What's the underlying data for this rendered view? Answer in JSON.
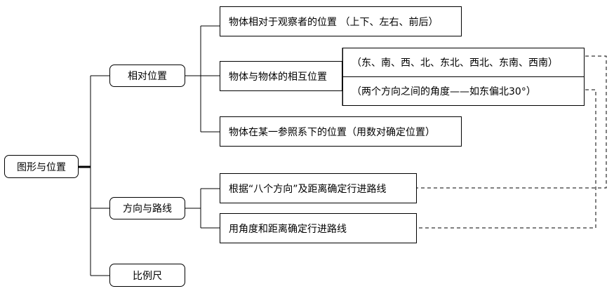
{
  "root": {
    "label": "图形与位置"
  },
  "branches": {
    "relative_position": {
      "label": "相对位置",
      "items": {
        "observer": "物体相对于观察者的位置 （上下、左右、前后）",
        "mutual": "物体与物体的相互位置",
        "mutual_directions": "（东、南、西、北、东北、西北、东南、西南）",
        "mutual_angle": "（两个方向之间的角度——如东偏北30°）",
        "reference": "物体在某一参照系下的位置（用数对确定位置）"
      }
    },
    "direction_route": {
      "label": "方向与路线",
      "items": {
        "eight_directions": "根据“八个方向”及距离确定行进路线",
        "angle_distance": "用角度和距离确定行进路线"
      }
    },
    "scale": {
      "label": "比例尺"
    }
  }
}
